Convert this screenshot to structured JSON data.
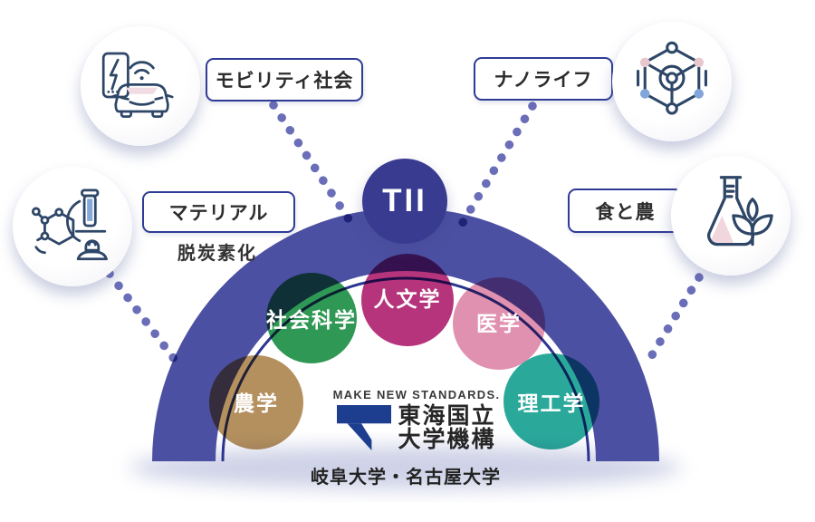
{
  "diagram": {
    "tii": {
      "label": "TII"
    },
    "topics": [
      {
        "label": "モビリティ社会",
        "icon": "connected-car-smartphone-icon"
      },
      {
        "label": "ナノライフ",
        "icon": "nano-molecule-icon"
      },
      {
        "label": "マテリアル",
        "sublabel": "脱炭素化",
        "icon": "microscope-molecule-icon"
      },
      {
        "label": "食と農",
        "icon": "flask-leaf-icon"
      }
    ],
    "disciplines": [
      {
        "label": "社会科学",
        "color": "#2F9854"
      },
      {
        "label": "人文学",
        "color": "#B5347C"
      },
      {
        "label": "医学",
        "color": "#E191B0"
      },
      {
        "label": "農学",
        "color": "#B4905E"
      },
      {
        "label": "理工学",
        "color": "#2AA99B"
      }
    ],
    "brand": {
      "tagline": "MAKE NEW STANDARDS.",
      "org_name_line1": "東海国立",
      "org_name_line2": "大学機構",
      "universities": "岐阜大学・名古屋大学"
    },
    "colors": {
      "arch": "#4B50A2",
      "arch_inner_ring": "#2A3490",
      "tii_circle": "#383B90",
      "dotted_line": "#6A6DB8",
      "icon_stroke": "#2E4667",
      "icon_pink": "#F2DCE3",
      "icon_blue": "#82A5DB",
      "logo_navy": "#1D3E8F"
    }
  }
}
